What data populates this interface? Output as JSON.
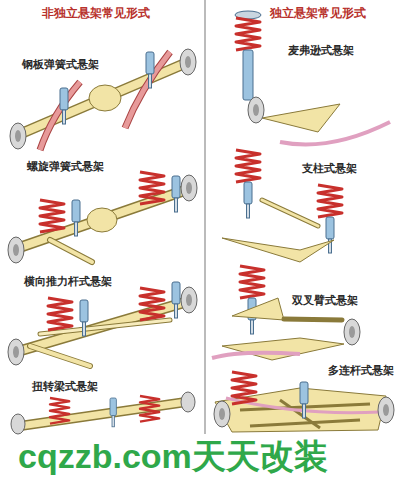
{
  "diagram": {
    "labels": [
      "非独立悬架常见形式",
      "独立悬架常见形式",
      "钢板弹簧式悬架",
      "麦弗逊式悬架",
      "螺旋弹簧式悬架",
      "支柱式悬架",
      "横向推力杆式悬架",
      "双叉臂式悬架",
      "扭转梁式悬架",
      "多连杆式悬架",
      "cqzzb.com天天改装"
    ]
  }
}
